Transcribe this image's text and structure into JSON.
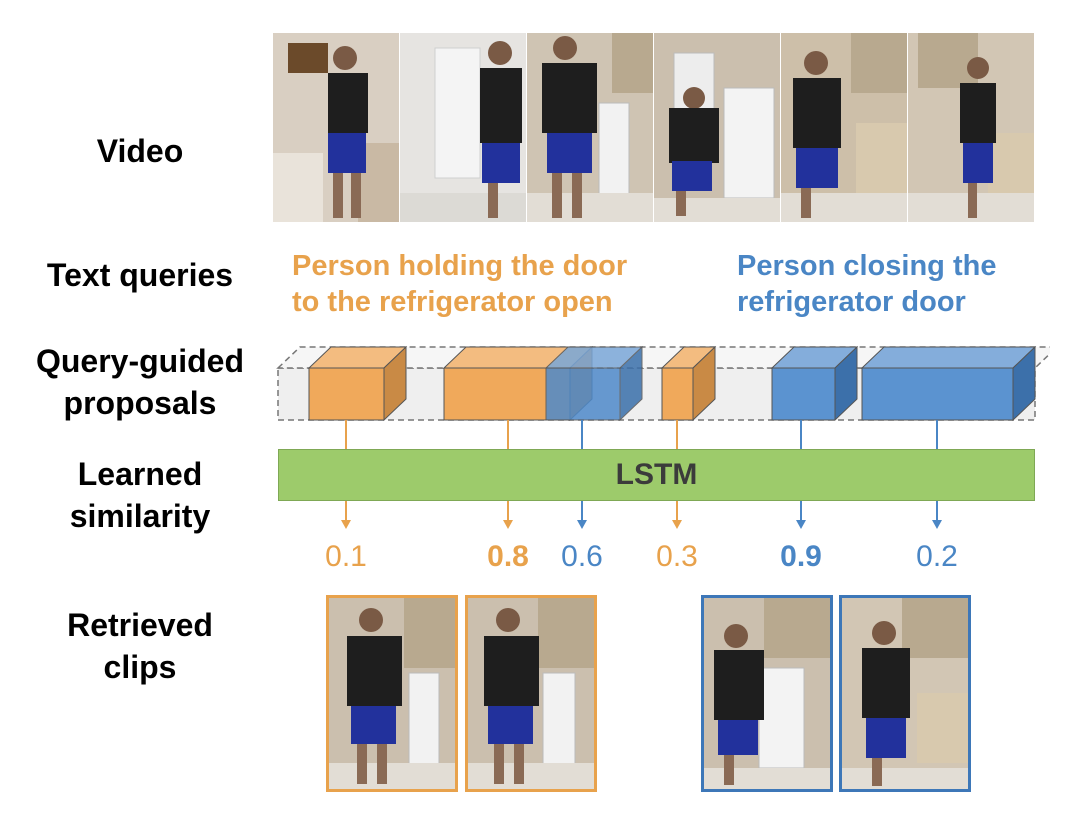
{
  "labels": {
    "video": "Video",
    "text_queries": "Text queries",
    "proposals": [
      "Query-guided",
      "proposals"
    ],
    "similarity": [
      "Learned",
      "similarity"
    ],
    "retrieved": [
      "Retrieved",
      "clips"
    ]
  },
  "queries": {
    "orange": [
      "Person holding the door",
      "to the refrigerator open"
    ],
    "blue": [
      "Person closing the",
      "refrigerator door"
    ]
  },
  "lstm_label": "LSTM",
  "scores": [
    {
      "value": "0.1",
      "color": "orange",
      "bold": false
    },
    {
      "value": "0.8",
      "color": "orange",
      "bold": true
    },
    {
      "value": "0.6",
      "color": "blue",
      "bold": false
    },
    {
      "value": "0.3",
      "color": "orange",
      "bold": false
    },
    {
      "value": "0.9",
      "color": "blue",
      "bold": true
    },
    {
      "value": "0.2",
      "color": "blue",
      "bold": false
    }
  ],
  "colors": {
    "orange": "#E8A24C",
    "blue": "#4A86C5",
    "lstm": "#9DCB6B"
  }
}
